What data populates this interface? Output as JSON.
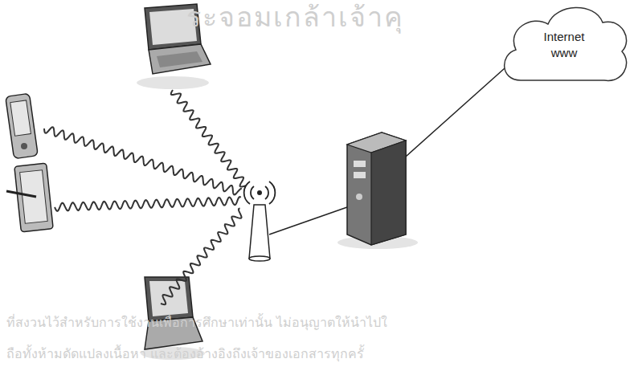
{
  "diagram": {
    "nodes": [
      {
        "text": [
          "Internet www"
        ]
      }
    ],
    "labels": [
      "ระจอมเกล้าเจ้าคุ",
      "ที่สงวนไว้สำหรับการใช้งานเพื่อการศึกษาเท่านั้น ไม่อนุญาตให้นำไปใ",
      "ถือทั้งห้ามดัดแปลงเนื้อหา และต้องอ้างอิงถึงเจ้าของเอกสารทุกครั้"
    ]
  }
}
